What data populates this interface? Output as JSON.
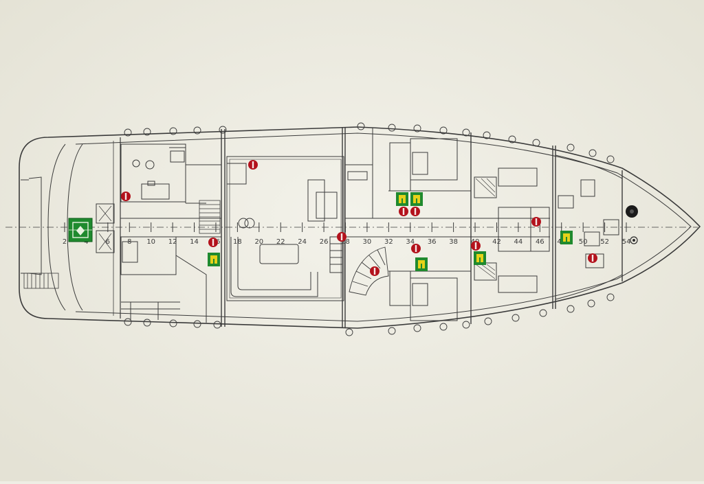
{
  "plan": {
    "frame_numbers": [
      "2",
      "4",
      "6",
      "8",
      "10",
      "12",
      "14",
      "16",
      "18",
      "20",
      "22",
      "24",
      "26",
      "28",
      "30",
      "32",
      "34",
      "36",
      "38",
      "40",
      "42",
      "44",
      "46",
      "48",
      "50",
      "52",
      "54"
    ],
    "colors": {
      "paper": "#efeee4",
      "ink": "#3a3a3a",
      "extinguisher_red": "#b3121c",
      "lifejacket_yellow": "#e6d21a",
      "safety_green": "#1f8a2e"
    },
    "symbols": {
      "extinguisher_icon": "fire-extinguisher",
      "lifejacket_icon": "life-jacket",
      "liferaft_icon": "life-raft",
      "anchor_icon": "anchor-winch"
    }
  }
}
